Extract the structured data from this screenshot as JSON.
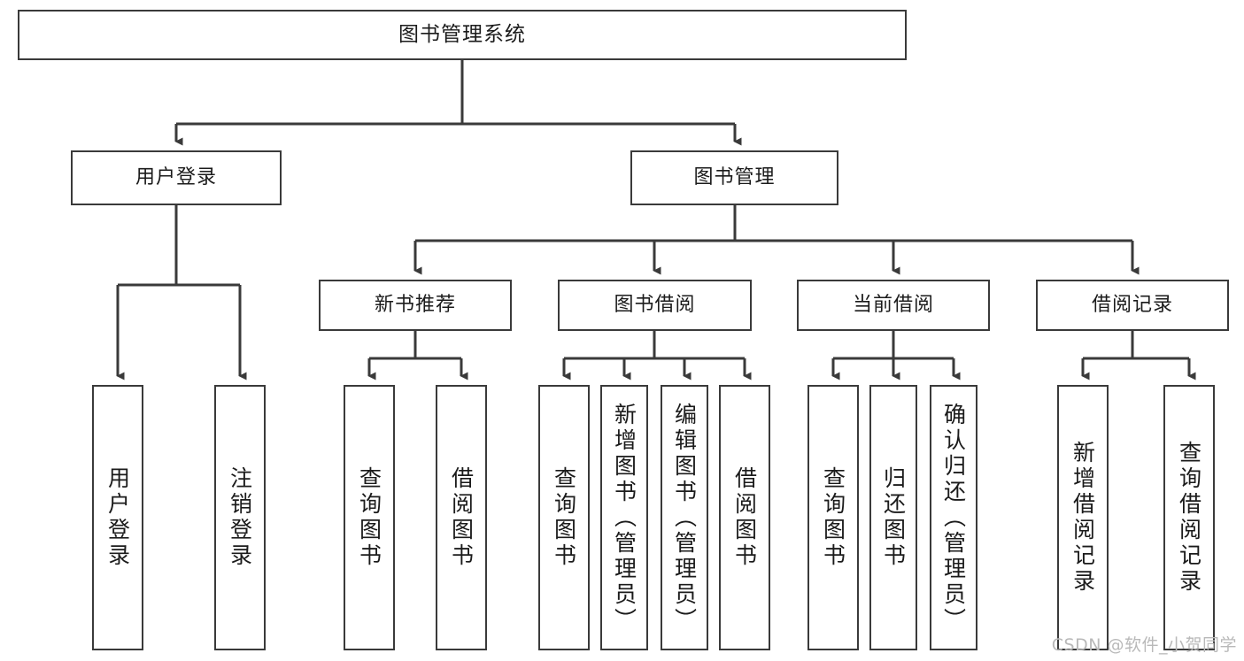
{
  "diagram": {
    "title_text": "图书管理系统",
    "line_color": "#3a3a3a",
    "box_fill": "#ffffff",
    "text_color": "#1b1b1b",
    "root": {
      "label": "图书管理系统"
    },
    "level2": [
      {
        "label": "用户登录"
      },
      {
        "label": "图书管理"
      }
    ],
    "level3": [
      {
        "label": "新书推荐"
      },
      {
        "label": "图书借阅"
      },
      {
        "label": "当前借阅"
      },
      {
        "label": "借阅记录"
      }
    ],
    "leaves": {
      "user_login": [
        {
          "label": "用户登录"
        },
        {
          "label": "注销登录"
        }
      ],
      "new_book_recommend": [
        {
          "label": "查询图书"
        },
        {
          "label": "借阅图书"
        }
      ],
      "book_borrow": [
        {
          "label": "查询图书"
        },
        {
          "label": "新增图书（管理员）"
        },
        {
          "label": "编辑图书（管理员）"
        },
        {
          "label": "借阅图书"
        }
      ],
      "current_borrow": [
        {
          "label": "查询图书"
        },
        {
          "label": "归还图书"
        },
        {
          "label": "确认归还（管理员）"
        }
      ],
      "borrow_record": [
        {
          "label": "新增借阅记录"
        },
        {
          "label": "查询借阅记录"
        }
      ]
    }
  },
  "watermark": {
    "text": "CSDN @软件_小贺同学"
  }
}
